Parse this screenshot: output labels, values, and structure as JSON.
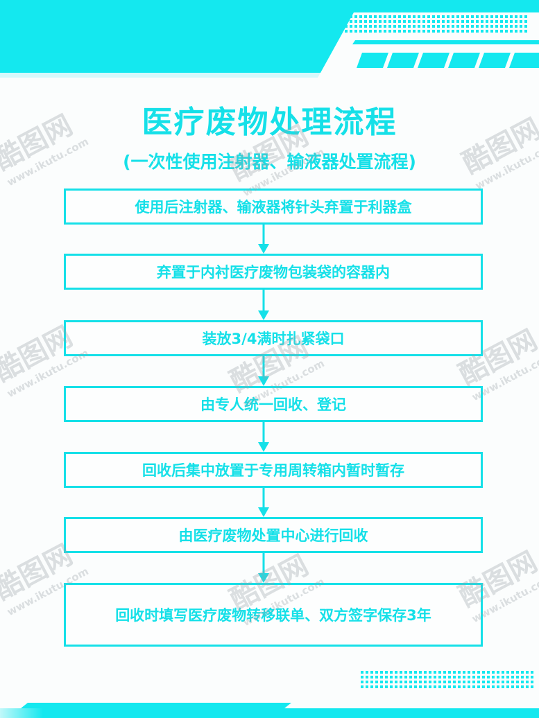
{
  "title": "医疗废物处理流程",
  "subtitle": "(一次性使用注射器、输液器处置流程)",
  "steps": [
    "使用后注射器、输液器将针头弃置于利器盒",
    "弃置于内衬医疗废物包装袋的容器内",
    "装放3/4满时扎紧袋口",
    "由专人统一回收、登记",
    "回收后集中放置于专用周转箱内暂时暂存",
    "由医疗废物处置中心进行回收",
    "回收时填写医疗废物转移联单、双方签字保存3年"
  ],
  "watermark": {
    "logo": "酷图网",
    "url": "www.ikutu.com"
  },
  "colors": {
    "accent": "#15e0e8",
    "background": "#fbfdfd"
  }
}
